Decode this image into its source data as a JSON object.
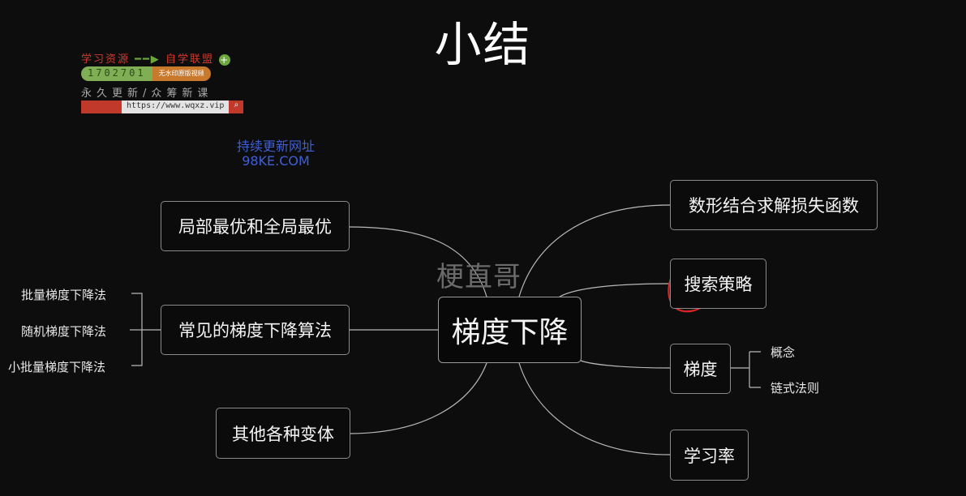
{
  "slide": {
    "title": "小结",
    "watermark": "梗直哥",
    "site_label": "持续更新网址",
    "site_domain": "98KE.COM"
  },
  "logo": {
    "top_left": "学习资源",
    "top_right": "自学联盟",
    "qq": "1702701",
    "tag": "无水印原版视频",
    "slogan": "永久更新/众筹新课",
    "url": "https://www.wqxz.vip"
  },
  "mindmap": {
    "center": "梗直哥 梯度下降",
    "center_label": "梯度下降",
    "left_nodes": [
      {
        "label": "局部最优和全局最优"
      },
      {
        "label": "常见的梯度下降算法",
        "children": [
          "批量梯度下降法",
          "随机梯度下降法",
          "小批量梯度下降法"
        ]
      },
      {
        "label": "其他各种变体"
      }
    ],
    "right_nodes": [
      {
        "label": "数形结合求解损失函数"
      },
      {
        "label": "搜索策略"
      },
      {
        "label": "梯度",
        "children": [
          "概念",
          "链式法则"
        ]
      },
      {
        "label": "学习率"
      }
    ]
  },
  "colors": {
    "background": "#0d0d0d",
    "node_border": "#8a8a8a",
    "annotation": "#d8262a",
    "site_text": "#3f5fd6"
  }
}
